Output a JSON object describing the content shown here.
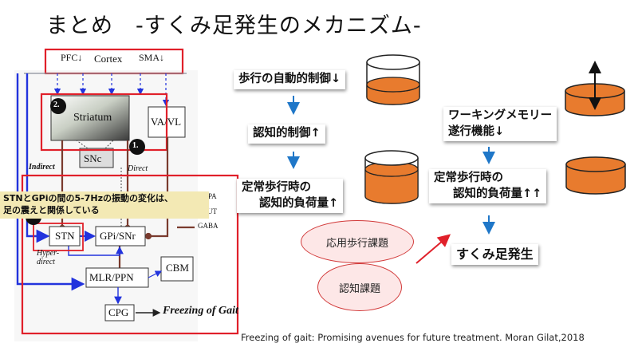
{
  "title": "まとめ　-すくみ足発生のメカニズム-",
  "figure": {
    "pfc_label": "PFC↓",
    "cortex_label": "Cortex",
    "sma_label": "SMA↓",
    "striatum_label": "Striatum",
    "vavl_label": "VA/VL",
    "snc_label": "SNc",
    "indirect_label": "Indirect",
    "direct_label": "Direct",
    "stn_label": "STN",
    "gpisnr_label": "GPi/SNr",
    "hyper_direct_label": "Hyper-\ndirect",
    "mlrppn_label": "MLR/PPN",
    "cbm_label": "CBM",
    "cpg_label": "CPG",
    "freezing_label": "Freezing of Gait",
    "legend": [
      "DOPA",
      "GLUT",
      "GABA"
    ],
    "badges": [
      "1.",
      "2.",
      "3."
    ]
  },
  "callout": {
    "line1": "STNとGPiの間の5-7Hzの振動の変化は、",
    "line2": "足の震えと関係している"
  },
  "flow_left": {
    "step1": "歩行の自動的制御↓",
    "step2": "認知的制御↑",
    "step3_line1": "定常歩行時の",
    "step3_line2": "認知的負荷量↑"
  },
  "flow_right": {
    "wm_line1": "ワーキングメモリー",
    "wm_line2": "遂行機能↓",
    "load_line1": "定常歩行時の",
    "load_line2": "認知的負荷量↑↑",
    "result": "すくみ足発生"
  },
  "ovals": {
    "applied_walking": "応用歩行課題",
    "cognitive_task": "認知課題"
  },
  "citation": "Freezing of gait: Promising  avenues for future treatment. Moran Gilat,2018",
  "colors": {
    "red_frame": "#e0202a",
    "blue_arrow": "#2233dd",
    "gaba": "#7a3b2e",
    "cylinder_fill": "#e87b2e",
    "callout_bg": "#f3e9b4",
    "oval_fill": "#fde7e7"
  }
}
